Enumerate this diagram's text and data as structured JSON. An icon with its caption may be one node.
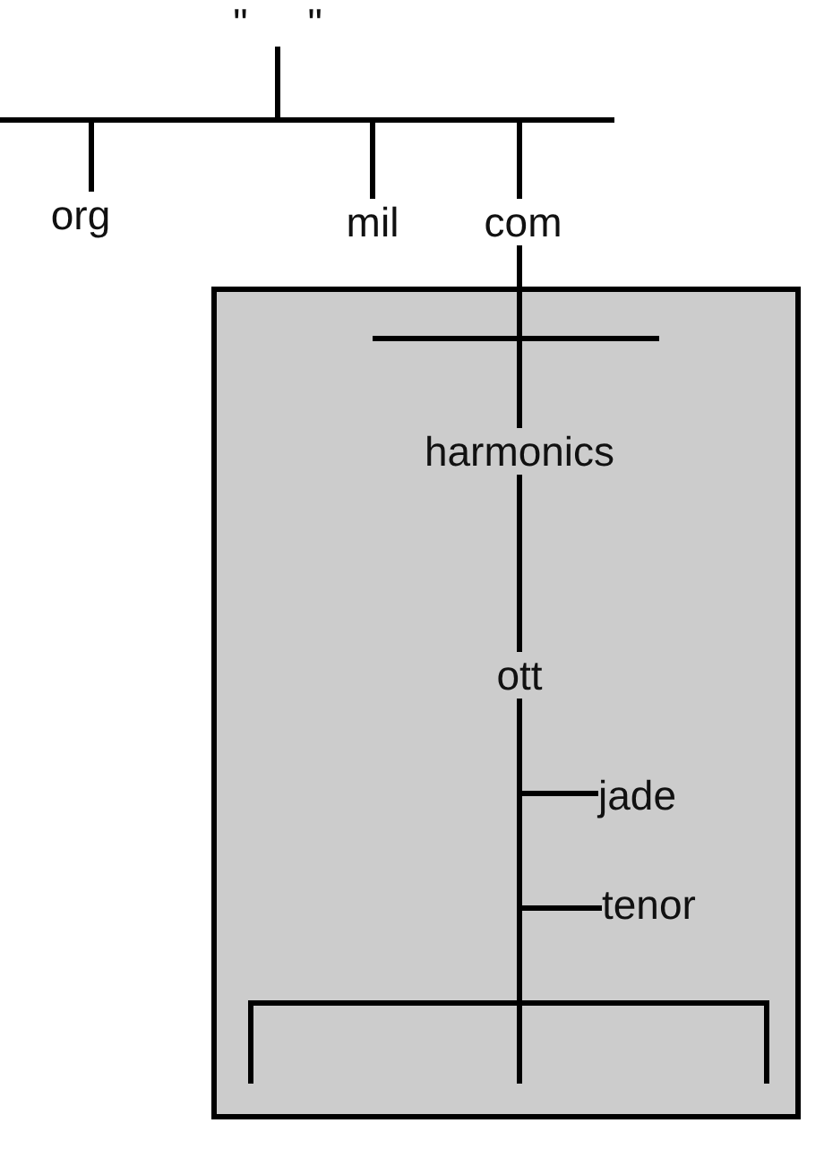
{
  "diagram": {
    "nodes": [
      {
        "text": [
          "\" \""
        ]
      },
      {
        "text": [
          "org"
        ]
      },
      {
        "text": [
          "mil"
        ]
      },
      {
        "text": [
          "com"
        ]
      },
      {
        "text": [],
        "shape": "box"
      },
      {
        "text": [
          "harmonics"
        ],
        "in": 4
      },
      {
        "text": [
          "ott"
        ],
        "in": 4
      },
      {
        "text": [
          "jade"
        ],
        "in": 4
      },
      {
        "text": [
          "tenor"
        ],
        "in": 4
      }
    ],
    "edges": [
      {
        "from": 0,
        "to": 1,
        "arrow": "none"
      },
      {
        "from": 0,
        "to": 2,
        "arrow": "none"
      },
      {
        "from": 0,
        "to": 3,
        "arrow": "none"
      },
      {
        "from": 3,
        "to": 5,
        "arrow": "none"
      },
      {
        "from": 5,
        "to": 6,
        "arrow": "none"
      },
      {
        "from": 6,
        "to": 7,
        "arrow": "none"
      },
      {
        "from": 6,
        "to": 8,
        "arrow": "none"
      }
    ]
  }
}
